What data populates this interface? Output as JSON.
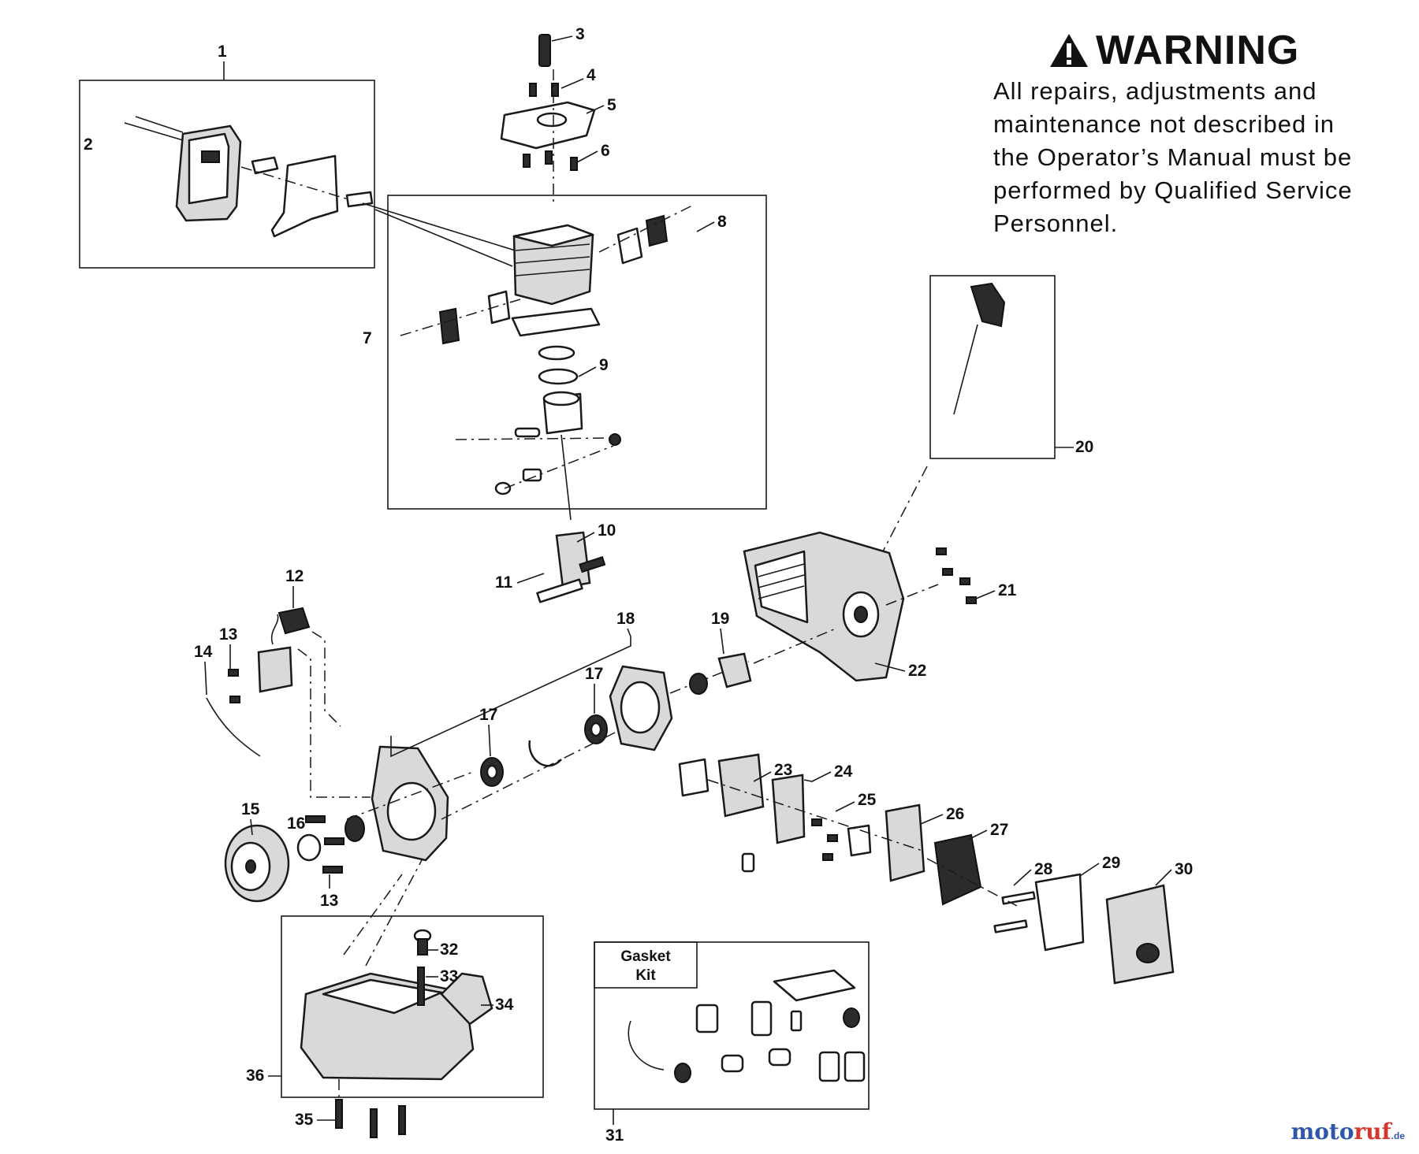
{
  "warning": {
    "title": "WARNING",
    "lines": [
      "All repairs, adjustments and",
      "maintenance not described in",
      "the Operator’s Manual must be",
      "performed by Qualified Service",
      "Personnel."
    ]
  },
  "gasket_kit": {
    "line1": "Gasket",
    "line2": "Kit"
  },
  "callouts": [
    "1",
    "2",
    "3",
    "4",
    "5",
    "6",
    "7",
    "8",
    "9",
    "10",
    "11",
    "12",
    "13",
    "14",
    "15",
    "16",
    "17",
    "18",
    "19",
    "20",
    "21",
    "22",
    "23",
    "24",
    "25",
    "26",
    "27",
    "28",
    "29",
    "30",
    "31",
    "32",
    "33",
    "34",
    "35",
    "36"
  ],
  "extra_callouts": {
    "thirteen_b": "13",
    "seventeen_b": "17"
  },
  "watermark": {
    "part1": "moto",
    "part2": "ruf",
    "part3": ".de"
  },
  "icons": {
    "warning": "warning-triangle-icon"
  }
}
